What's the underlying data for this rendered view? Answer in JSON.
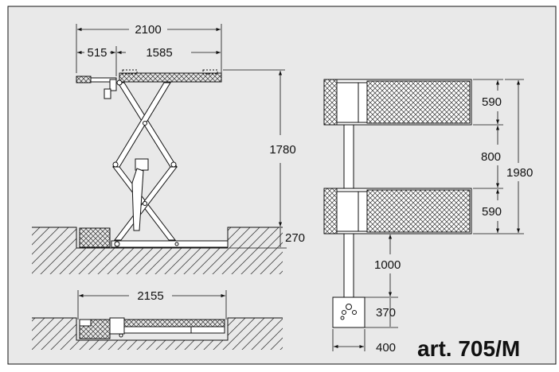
{
  "dimensions": {
    "total_width": "2100",
    "left_offset": "515",
    "right_span": "1585",
    "lift_height": "1780",
    "pit_depth": "270",
    "lowered_length": "2155",
    "platform_width_top": "590",
    "gap_between": "800",
    "overall_width": "1980",
    "platform_width_bottom": "590",
    "connector_length": "1000",
    "control_unit_depth": "370",
    "control_unit_width": "400"
  },
  "article": "art. 705/M",
  "colors": {
    "background": "#ffffff",
    "panel_bg": "#e9e9e9",
    "line": "#111111",
    "hatch": "#444444"
  }
}
